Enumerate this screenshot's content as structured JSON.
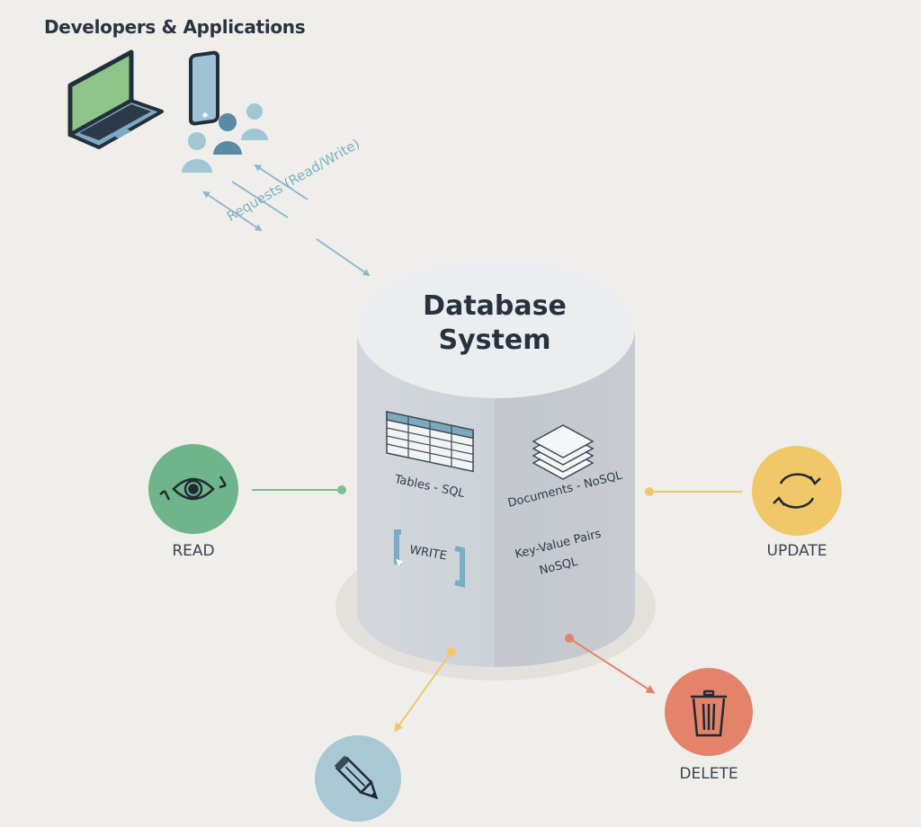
{
  "header": {
    "title": "Developers & Applications"
  },
  "clients": {
    "icons": [
      "laptop-icon",
      "smartphone-icon",
      "users-group-icon"
    ],
    "requests_label": "Requests (Read/Write)"
  },
  "database": {
    "title_line1": "Database",
    "title_line2": "System",
    "faces": {
      "tables": "Tables - SQL",
      "documents": "Documents - NoSQL",
      "kv_line1": "Key-Value Pairs",
      "kv_line2": "NoSQL",
      "write_badge": "WRITE"
    }
  },
  "operations": [
    {
      "id": "read",
      "label": "READ",
      "icon": "eye-icon",
      "color": "#6fb48a"
    },
    {
      "id": "update",
      "label": "UPDATE",
      "icon": "refresh-icon",
      "color": "#f0c86a"
    },
    {
      "id": "delete",
      "label": "DELETE",
      "icon": "trash-icon",
      "color": "#e5826a"
    },
    {
      "id": "write",
      "label": "",
      "icon": "pencil-icon",
      "color": "#a8c8d6"
    }
  ],
  "colors": {
    "background": "#efeeea",
    "read": "#6fb48a",
    "update": "#f0c86a",
    "delete": "#e5826a",
    "write": "#a8c8d6",
    "request_arrows": "#8ab8cc",
    "dark": "#2a3440"
  }
}
